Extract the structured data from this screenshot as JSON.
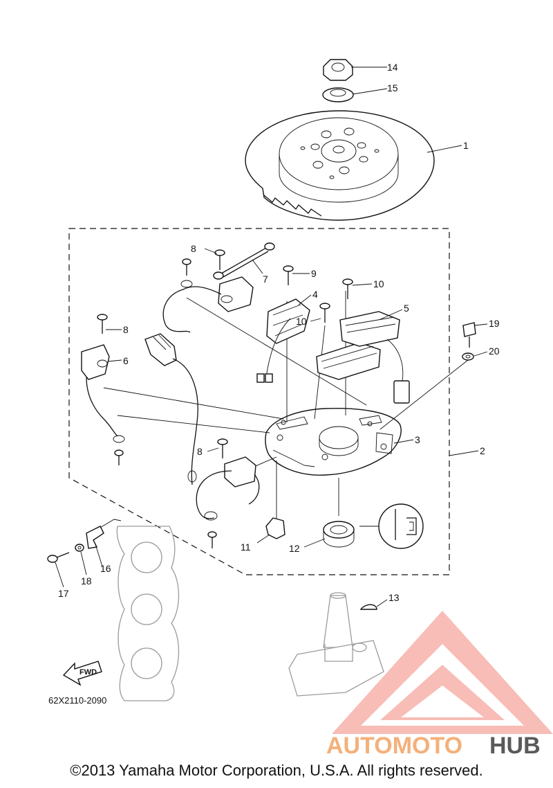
{
  "callouts": [
    {
      "id": "1",
      "label": "1"
    },
    {
      "id": "2",
      "label": "2"
    },
    {
      "id": "3",
      "label": "3"
    },
    {
      "id": "4",
      "label": "4"
    },
    {
      "id": "5",
      "label": "5"
    },
    {
      "id": "6",
      "label": "6"
    },
    {
      "id": "7",
      "label": "7"
    },
    {
      "id": "8a",
      "label": "8"
    },
    {
      "id": "8b",
      "label": "8"
    },
    {
      "id": "8c",
      "label": "8"
    },
    {
      "id": "9",
      "label": "9"
    },
    {
      "id": "10a",
      "label": "10"
    },
    {
      "id": "10b",
      "label": "10"
    },
    {
      "id": "11",
      "label": "11"
    },
    {
      "id": "12",
      "label": "12"
    },
    {
      "id": "13",
      "label": "13"
    },
    {
      "id": "14",
      "label": "14"
    },
    {
      "id": "15",
      "label": "15"
    },
    {
      "id": "16",
      "label": "16"
    },
    {
      "id": "17",
      "label": "17"
    },
    {
      "id": "18",
      "label": "18"
    },
    {
      "id": "19",
      "label": "19"
    },
    {
      "id": "20",
      "label": "20"
    }
  ],
  "diagram_code": "62X2110-2090",
  "fwd_label": "FWD",
  "watermark": {
    "part1": "AUTOMOTO",
    "part2": "HUB",
    "color1": "#f4a9a0",
    "color2": "#f5d08a",
    "color3": "#555555"
  },
  "copyright": "©2013 Yamaha Motor Corporation, U.S.A. All rights reserved."
}
